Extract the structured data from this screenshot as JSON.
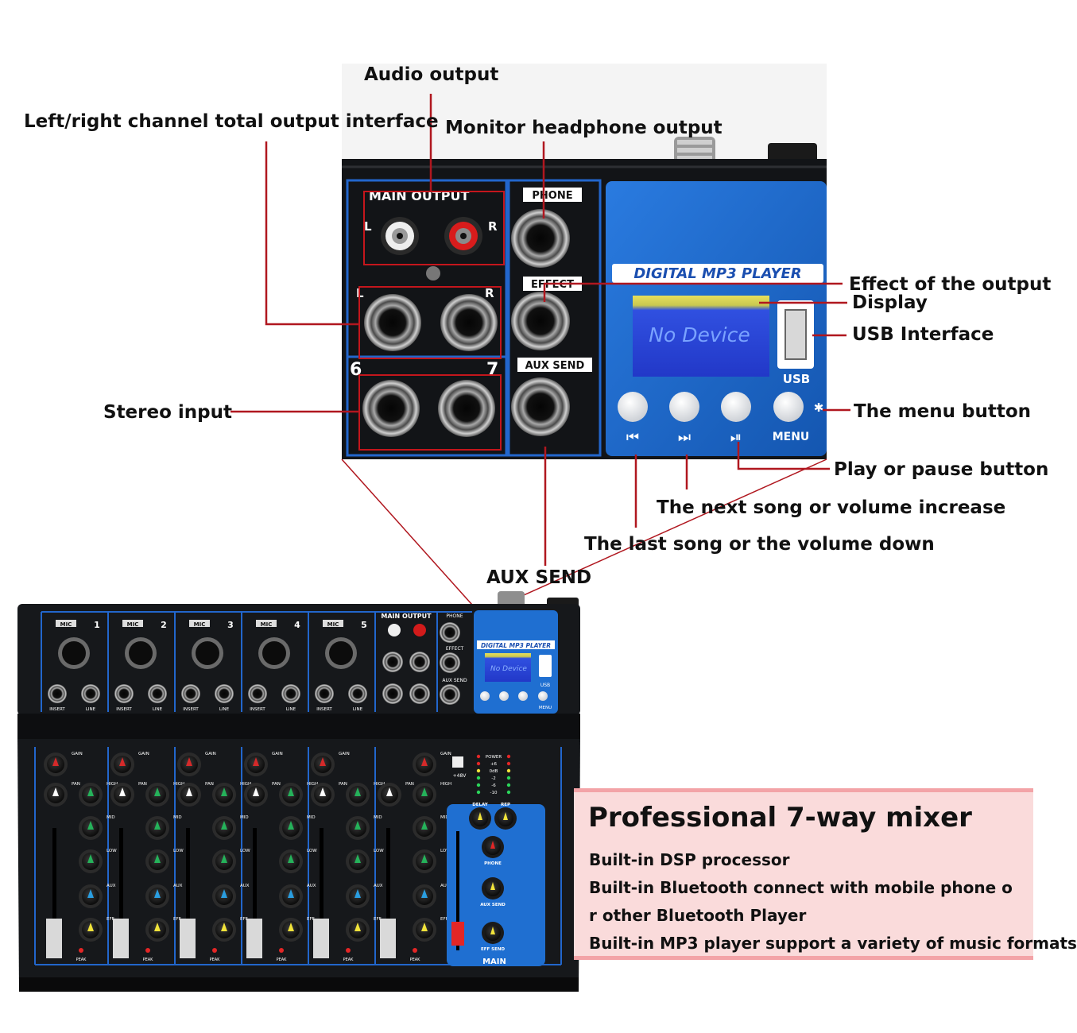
{
  "callouts": {
    "audio_output": "Audio output",
    "lr_total_output": "Left/right channel total output interface",
    "monitor_headphone": "Monitor headphone output",
    "effect_output": "Effect of the output",
    "display": "Display",
    "usb_interface": "USB Interface",
    "stereo_input": "Stereo input",
    "menu_button": "The menu button",
    "play_pause": "Play or pause button",
    "next_song": "The next song or volume increase",
    "last_song": "The last song or the volume down",
    "aux_send": "AUX SEND"
  },
  "closeup_panel": {
    "main_output": "MAIN OUTPUT",
    "left": "L",
    "right": "R",
    "channel_6": "6",
    "channel_7": "7",
    "phone": "PHONE",
    "effect": "EFFECT",
    "aux_send": "AUX SEND",
    "mp3_title": "DIGITAL MP3 PLAYER",
    "lcd_text": "No Device",
    "usb": "USB",
    "prev_icon": "⏮",
    "next_icon": "⏭",
    "play_icon": "⏯",
    "menu": "MENU"
  },
  "mixer": {
    "channels": [
      {
        "label": "MIC",
        "number": "1"
      },
      {
        "label": "MIC",
        "number": "2"
      },
      {
        "label": "MIC",
        "number": "3"
      },
      {
        "label": "MIC",
        "number": "4"
      },
      {
        "label": "MIC",
        "number": "5"
      }
    ],
    "insert": "INSERT",
    "line": "LINE",
    "main_output": "MAIN OUTPUT",
    "phone": "PHONE",
    "effect": "EFFECT",
    "aux_send": "AUX SEND",
    "mp3_title": "DIGITAL MP3 PLAYER",
    "lcd_text": "No Device",
    "usb": "USB",
    "menu": "MENU",
    "knob_labels": [
      "GAIN",
      "PAN",
      "HIGH",
      "MID",
      "LOW",
      "AUX",
      "EFF"
    ],
    "peak": "PEAK",
    "phantom": "+48V",
    "meter_labels": [
      "POWER",
      "+6",
      "0dB",
      "-2",
      "-6",
      "-10"
    ],
    "master_knobs": [
      "DELAY",
      "REP",
      "PHONE",
      "AUX SEND",
      "EFF SEND"
    ],
    "main": "MAIN"
  },
  "promo": {
    "title": "Professional 7-way mixer",
    "features": [
      "Built-in DSP processor",
      "Built-in Bluetooth connect with mobile phone o",
      "r other Bluetooth Player",
      "Built-in MP3 player support a variety of music formats"
    ]
  },
  "colors": {
    "callout_line": "#b0171f",
    "panel_blue": "#1f6fd1",
    "panel_black": "#15181c",
    "lcd_bg": "#2a48d8",
    "lcd_top": "#e8e060",
    "promo_bg": "#fadbdb",
    "promo_border": "#f3a3a7"
  }
}
